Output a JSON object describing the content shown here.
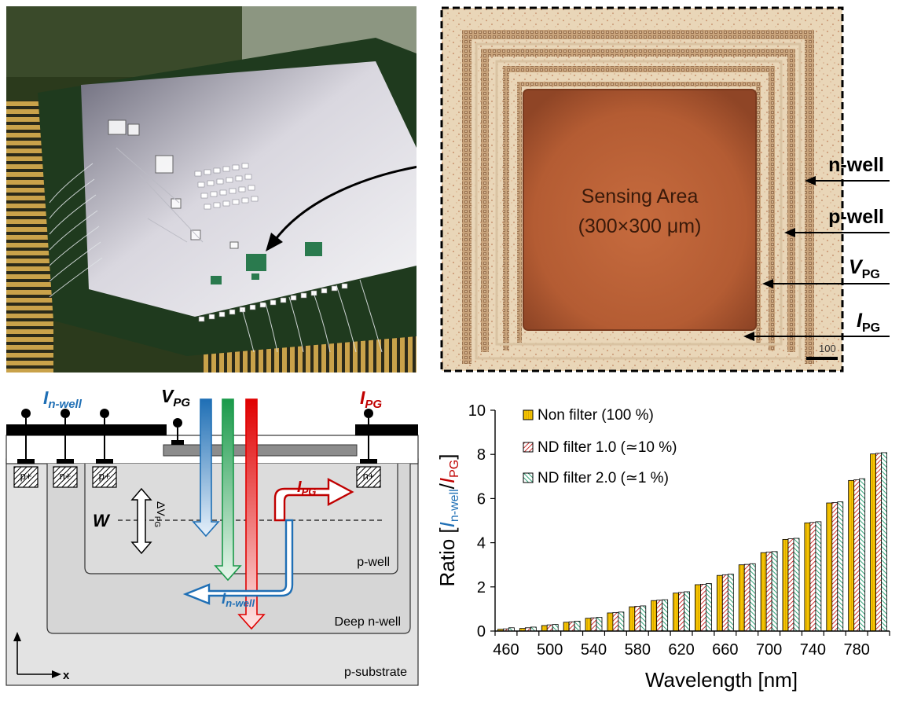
{
  "micrograph": {
    "sensing_line1": "Sensing Area",
    "sensing_line2": "(300×300 μm)",
    "label_nwell": "n-well",
    "label_pwell": "p-well",
    "label_vpg": "V",
    "label_vpg_sub": "PG",
    "label_ipg": "I",
    "label_ipg_sub": "PG",
    "scale_bar": "100"
  },
  "cross_section": {
    "i_nwell_top": "I",
    "i_nwell_top_sub": "n-well",
    "v_pg_top": "V",
    "v_pg_top_sub": "PG",
    "i_pg_top": "I",
    "i_pg_top_sub": "PG",
    "contact_p1": "p+",
    "contact_n1": "n+",
    "contact_p2": "p+",
    "contact_n2": "n+",
    "w_label": "W",
    "delta_v": "ΔV",
    "delta_v_sub": "PG",
    "i_pg_arrow": "I",
    "i_pg_arrow_sub": "PG",
    "i_nwell_arrow": "I",
    "i_nwell_arrow_sub": "n-well",
    "region_pwell": "p-well",
    "region_deep_nwell": "Deep n-well",
    "region_substrate": "p-substrate",
    "axis_x": "x"
  },
  "colors": {
    "blue": "#1f6fb5",
    "red": "#c00000",
    "green": "#1a9a4a",
    "yellow": "#f2c200"
  },
  "chart_data": {
    "type": "bar",
    "ylabel_prefix": "Ratio [",
    "ylabel_num": "I",
    "ylabel_num_sub": "n-well",
    "ylabel_slash": "/",
    "ylabel_den": "I",
    "ylabel_den_sub": "PG",
    "ylabel_suffix": "]",
    "xlabel": "Wavelength [nm]",
    "ylim": [
      0,
      10
    ],
    "yticks": [
      "0",
      "2",
      "4",
      "6",
      "8",
      "10"
    ],
    "xticks": [
      "460",
      "500",
      "540",
      "580",
      "620",
      "660",
      "700",
      "740",
      "780"
    ],
    "categories": [
      460,
      480,
      500,
      520,
      540,
      560,
      580,
      600,
      620,
      640,
      660,
      680,
      700,
      720,
      740,
      760,
      780,
      800
    ],
    "series": [
      {
        "name": "Non filter (100 %)",
        "values": [
          0.08,
          0.12,
          0.25,
          0.4,
          0.58,
          0.82,
          1.1,
          1.38,
          1.72,
          2.1,
          2.52,
          3.0,
          3.55,
          4.15,
          4.9,
          5.8,
          6.82,
          8.02
        ]
      },
      {
        "name": "ND filter 1.0 (≃10 %)",
        "values": [
          0.1,
          0.15,
          0.28,
          0.42,
          0.6,
          0.84,
          1.12,
          1.4,
          1.75,
          2.12,
          2.55,
          3.02,
          3.58,
          4.18,
          4.92,
          5.82,
          6.85,
          8.05
        ]
      },
      {
        "name": "ND filter 2.0 (≃1 %)",
        "values": [
          0.15,
          0.18,
          0.3,
          0.45,
          0.62,
          0.86,
          1.14,
          1.42,
          1.78,
          2.15,
          2.58,
          3.05,
          3.6,
          4.2,
          4.95,
          5.85,
          6.9,
          8.08
        ]
      }
    ],
    "legend_position": "top-left",
    "grid": false
  }
}
